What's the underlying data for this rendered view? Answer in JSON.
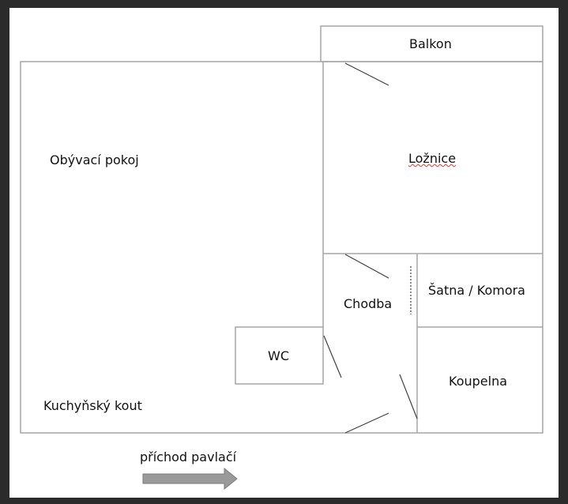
{
  "rooms": {
    "balkon": "Balkon",
    "obyvaci_pokoj": "Obývací pokoj",
    "loznice": "Ložnice",
    "chodba": "Chodba",
    "satna": "Šatna / Komora",
    "wc": "WC",
    "koupelna": "Koupelna",
    "kuchynsky_kout": "Kuchyňský kout"
  },
  "entrance": {
    "label": "příchod pavlačí"
  },
  "colors": {
    "wall": "#a6a6a6",
    "door": "#404040",
    "arrow": "#9a9a9a"
  }
}
